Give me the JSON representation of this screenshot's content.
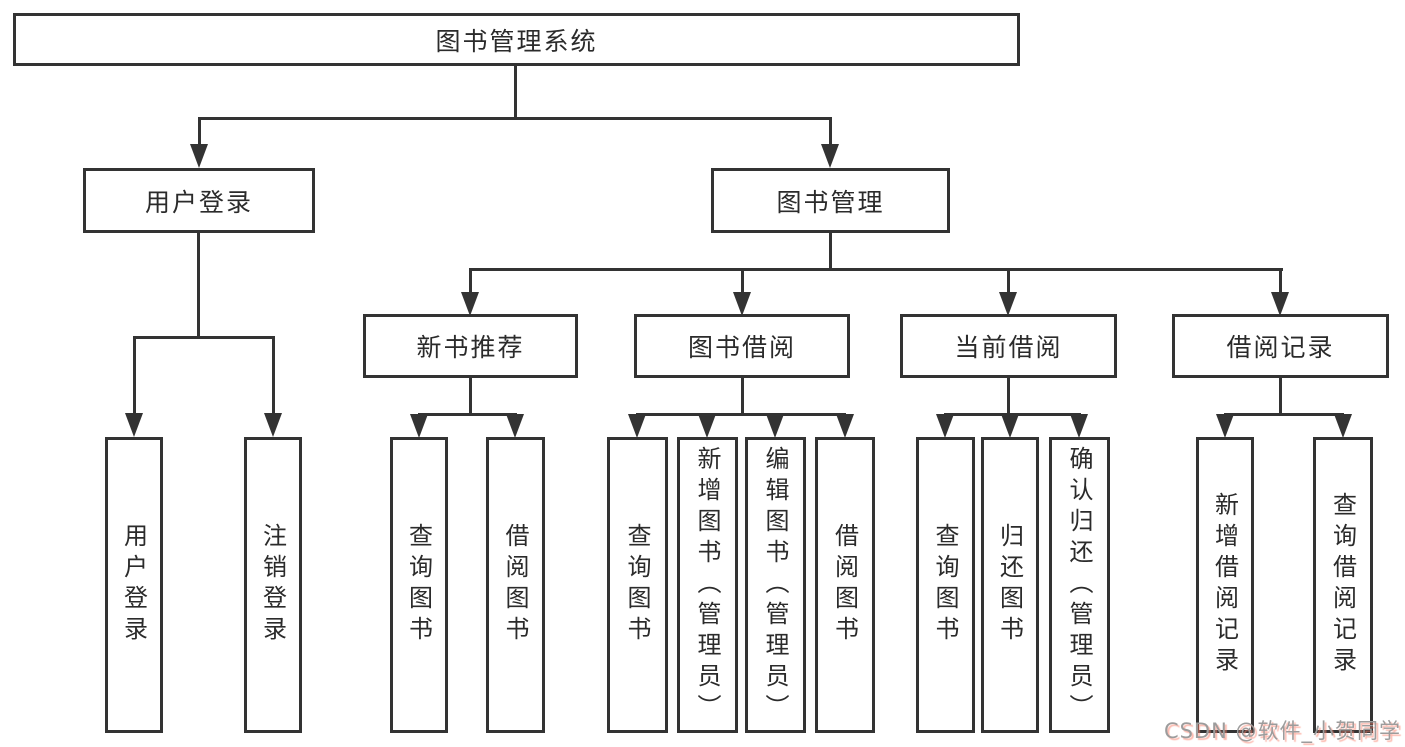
{
  "diagram": {
    "root": {
      "label": "图书管理系统"
    },
    "branches": [
      {
        "label": "用户登录",
        "children": [
          {
            "label": "用户登录"
          },
          {
            "label": "注销登录"
          }
        ]
      },
      {
        "label": "图书管理",
        "children": [
          {
            "label": "新书推荐",
            "children": [
              {
                "label": "查询图书"
              },
              {
                "label": "借阅图书"
              }
            ]
          },
          {
            "label": "图书借阅",
            "children": [
              {
                "label": "查询图书"
              },
              {
                "label": "新增图书（管理员）"
              },
              {
                "label": "编辑图书（管理员）"
              },
              {
                "label": "借阅图书"
              }
            ]
          },
          {
            "label": "当前借阅",
            "children": [
              {
                "label": "查询图书"
              },
              {
                "label": "归还图书"
              },
              {
                "label": "确认归还（管理员）"
              }
            ]
          },
          {
            "label": "借阅记录",
            "children": [
              {
                "label": "新增借阅记录"
              },
              {
                "label": "查询借阅记录"
              }
            ]
          }
        ]
      }
    ]
  },
  "watermark": {
    "text": "CSDN @软件_小贺同学"
  },
  "colors": {
    "line": "#333333",
    "text": "#2b2b2b",
    "background": "#ffffff",
    "watermark_gray": "#9c9c9c",
    "watermark_red": "#f9826e"
  }
}
